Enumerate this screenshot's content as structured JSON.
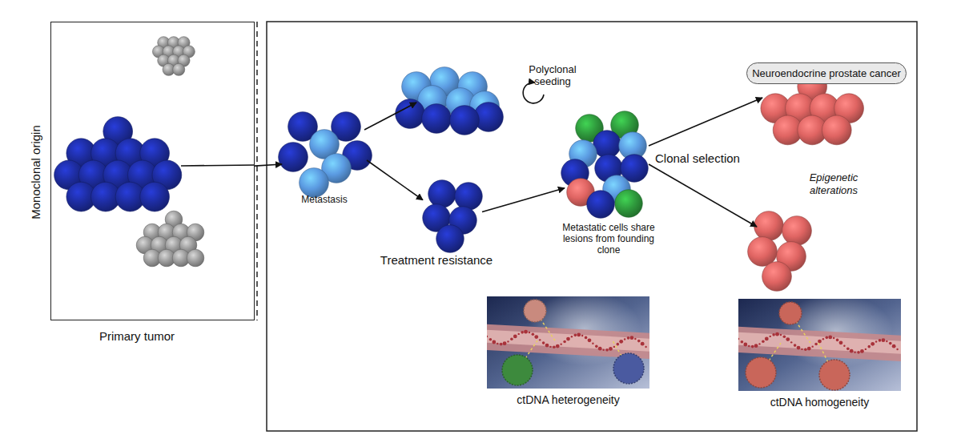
{
  "diagram": {
    "nodes": [
      {
        "text": [
          "Primary tumor"
        ]
      },
      {
        "text": [
          "Metastasis"
        ]
      },
      {
        "text": [
          "Treatment resistance"
        ]
      },
      {
        "text": [
          "Polyclonal seeding",
          "Metastatic cells share lesions from founding clone"
        ]
      },
      {
        "text": [
          "Neuroendocrine prostate cancer"
        ]
      },
      {
        "text": [
          "ctDNA heterogeneity"
        ]
      },
      {
        "text": [
          "ctDNA homogeneity"
        ]
      }
    ],
    "edges": [
      {
        "from": 0,
        "to": 1,
        "arrow": "to"
      },
      {
        "from": 1,
        "to": 2,
        "arrow": "to"
      },
      {
        "from": 2,
        "to": 3,
        "arrow": "to"
      }
    ],
    "labels": [
      "Monoclonal origin",
      "Clonal selection",
      "Epigenetic alterations"
    ]
  }
}
